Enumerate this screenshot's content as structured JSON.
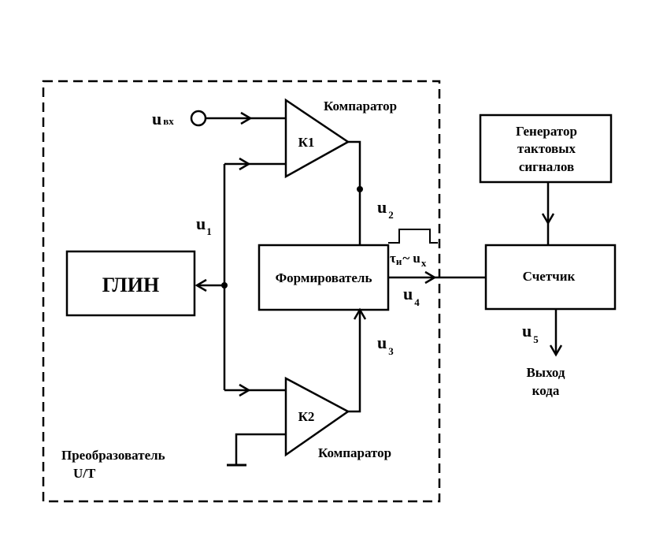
{
  "blocks": {
    "glin": "ГЛИН",
    "shaper": "Формирователь",
    "counter": "Счетчик",
    "generator": [
      "Генератор",
      "тактовых",
      "сигналов"
    ]
  },
  "comparators": {
    "k1_label": "К1",
    "k2_label": "К2",
    "k1_caption": "Компаратор",
    "k2_caption": "Компаратор"
  },
  "signals": {
    "u_in": {
      "main": "u",
      "sub": "вх"
    },
    "u1": {
      "main": "u",
      "sub": "1"
    },
    "u2": {
      "main": "u",
      "sub": "2"
    },
    "u3": {
      "main": "u",
      "sub": "3"
    },
    "u4": {
      "main": "u",
      "sub": "4"
    },
    "u5": {
      "main": "u",
      "sub": "5"
    },
    "tau": {
      "main": "τ",
      "sub": "и",
      "rest": "~ u",
      "sub2": "x"
    }
  },
  "converter_caption": [
    "Преобразователь",
    "U/T"
  ],
  "output_caption": [
    "Выход",
    "кода"
  ]
}
